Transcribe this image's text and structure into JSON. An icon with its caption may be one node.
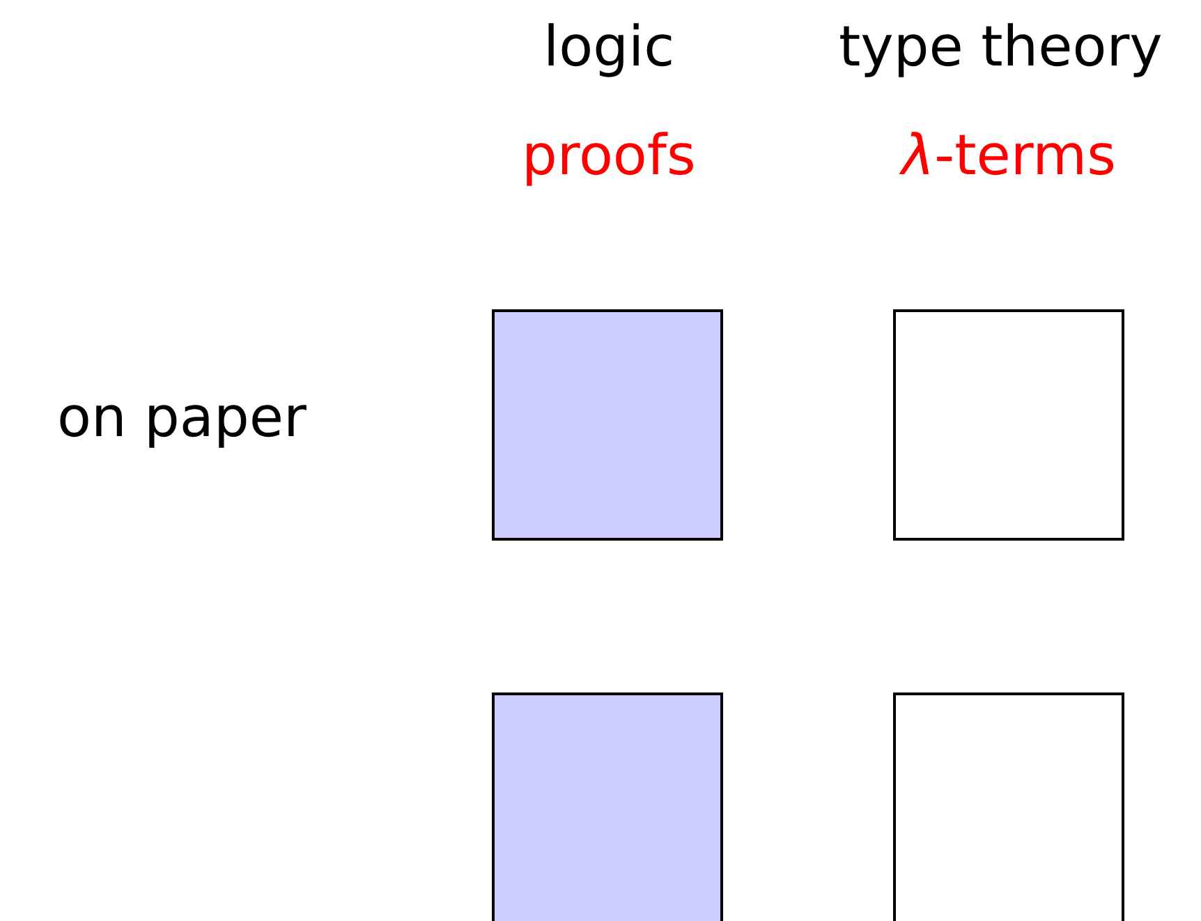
{
  "diagram": {
    "nodes": [
      {
        "text": [],
        "shape": "box"
      },
      {
        "text": [],
        "shape": "box"
      },
      {
        "text": [],
        "shape": "box"
      },
      {
        "text": [],
        "shape": "box"
      }
    ],
    "labels": [
      "logic",
      "type theory",
      "proofs",
      "*λ*-terms",
      "on paper"
    ]
  }
}
